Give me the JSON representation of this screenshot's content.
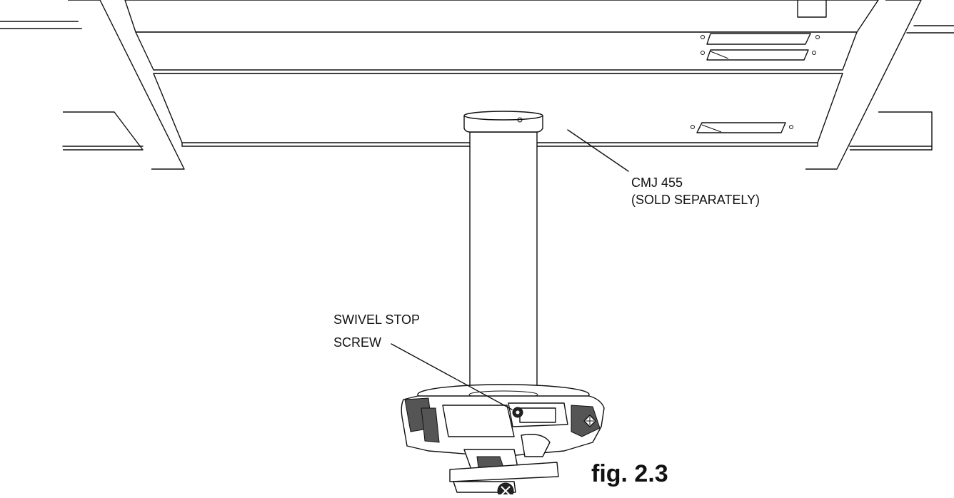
{
  "figure": {
    "labels": {
      "cmj_line1": "CMJ 455",
      "cmj_line2": "(SOLD SEPARATELY)",
      "swivel_line1": "SWIVEL STOP",
      "swivel_line2": "SCREW"
    },
    "caption": "fig. 2.3"
  }
}
